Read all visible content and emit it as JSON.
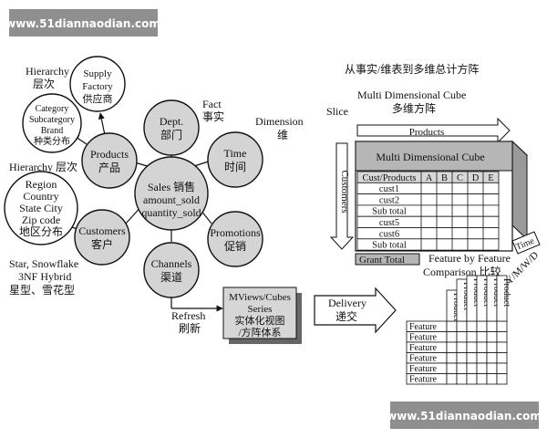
{
  "watermark": {
    "top": "www.51diannaodian.com",
    "bottom": "www.51diannaodian.com"
  },
  "colors": {
    "node_fill": "#d4d4d4",
    "cube_header": "#b6b6b6",
    "dark": "#111111"
  },
  "center_node": {
    "line1": "Sales 销售",
    "line2": "amount_sold",
    "line3": "quantity_sold"
  },
  "nodes": {
    "products": {
      "en": "Products",
      "zh": "产品"
    },
    "dept": {
      "en": "Dept.",
      "zh": "部门"
    },
    "time": {
      "en": "Time",
      "zh": "时间"
    },
    "promotions": {
      "en": "Promotions",
      "zh": "促销"
    },
    "channels": {
      "en": "Channels",
      "zh": "渠道"
    },
    "customers": {
      "en": "Customers",
      "zh": "客户"
    },
    "supply": {
      "l1": "Supply",
      "l2": "Factory",
      "l3": "供应商"
    },
    "category": {
      "l1": "Category",
      "l2": "Subcategory",
      "l3": "Brand",
      "l4": "种类分布"
    },
    "region": {
      "l1": "Region",
      "l2": "Country",
      "l3": "State City",
      "l4": "Zip code",
      "l5": "地区分布"
    }
  },
  "labels": {
    "hierarchy_top": "Hierarchy",
    "hierarchy_top_zh": "层次",
    "hierarchy_mid": "Hierarchy 层次",
    "fact": "Fact",
    "fact_zh": "事实",
    "dimension": "Dimension",
    "dimension_zh": "维",
    "star1": "Star, Snowflake",
    "star2": "3NF Hybrid",
    "star3": "星型、雪花型",
    "slice": "Slice",
    "cube_caption_zh": "从事实/维表到多维总计方阵",
    "cube_caption_en": "Multi Dimensional Cube",
    "cube_caption_zh2": "多维方阵",
    "products_arrow": "Products",
    "customers_arrow": "Customers",
    "cube_title": "Multi Dimensional Cube",
    "time_box": "Time",
    "ymwd": "Y/M/W/D",
    "grant_total": "Grant Total",
    "feature_cmp1": "Feature by Feature",
    "feature_cmp2": "Comparison 比较",
    "mviews1": "MViews/Cubes",
    "mviews2": "Series",
    "mviews3": "实体化视图",
    "mviews4": "/方阵体系",
    "refresh": "Refresh",
    "refresh_zh": "刷新",
    "delivery": "Delivery",
    "delivery_zh": "递交"
  },
  "cube_table": {
    "header": [
      "Cust/Products",
      "A",
      "B",
      "C",
      "D",
      "E"
    ],
    "rows": [
      "cust1",
      "cust2",
      "Sub total",
      "cust5",
      "cust6",
      "Sub total"
    ]
  },
  "feature_matrix": {
    "columns": [
      "Product",
      "Product",
      "Product",
      "Product",
      "Product",
      "Product"
    ],
    "rows": [
      "Feature",
      "Feature",
      "Feature",
      "Feature",
      "Feature",
      "Feature"
    ]
  }
}
